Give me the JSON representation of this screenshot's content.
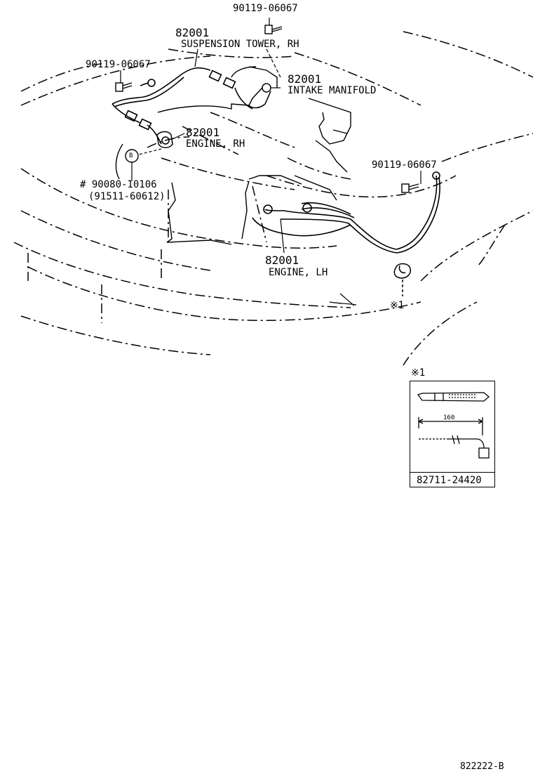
{
  "labels": {
    "bolt_top": "90119-06067",
    "bolt_left": "90119-06067",
    "bolt_right": "90119-06067",
    "suspension_num": "82001",
    "suspension_name": "SUSPENSION TOWER, RH",
    "intake_num": "82001",
    "intake_name": "INTAKE MANIFOLD",
    "engine_rh_num": "82001",
    "engine_rh_name": "ENGINE, RH",
    "engine_lh_num": "82001",
    "engine_lh_name": "ENGINE, LH",
    "ref_b": "B",
    "hash_part": "# 90080-10106",
    "alt_part": "(91511-60612)",
    "clamp_ref": "※1"
  },
  "detail": {
    "ref": "※1",
    "dimension": "160",
    "part_number": "82711-24420"
  },
  "footer": {
    "diagram_code": "822222-B"
  }
}
